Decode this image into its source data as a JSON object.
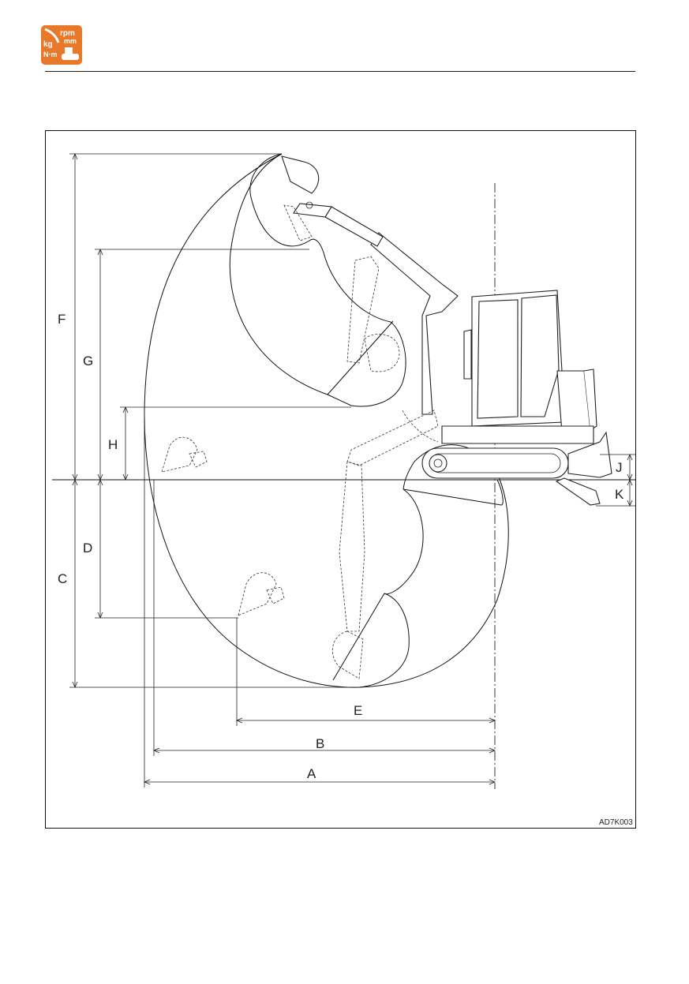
{
  "header": {
    "logo": {
      "icon": "rpm-mm-kg-nm-specification-icon",
      "color": "#E8782A",
      "text_rpm": "rpm",
      "text_kg": "kg",
      "text_mm": "mm",
      "text_nm": "N·m"
    }
  },
  "figure": {
    "id": "AD7K003",
    "dimension_labels": {
      "A": "A",
      "B": "B",
      "C": "C",
      "D": "D",
      "E": "E",
      "F": "F",
      "G": "G",
      "H": "H",
      "J": "J",
      "K": "K"
    }
  }
}
